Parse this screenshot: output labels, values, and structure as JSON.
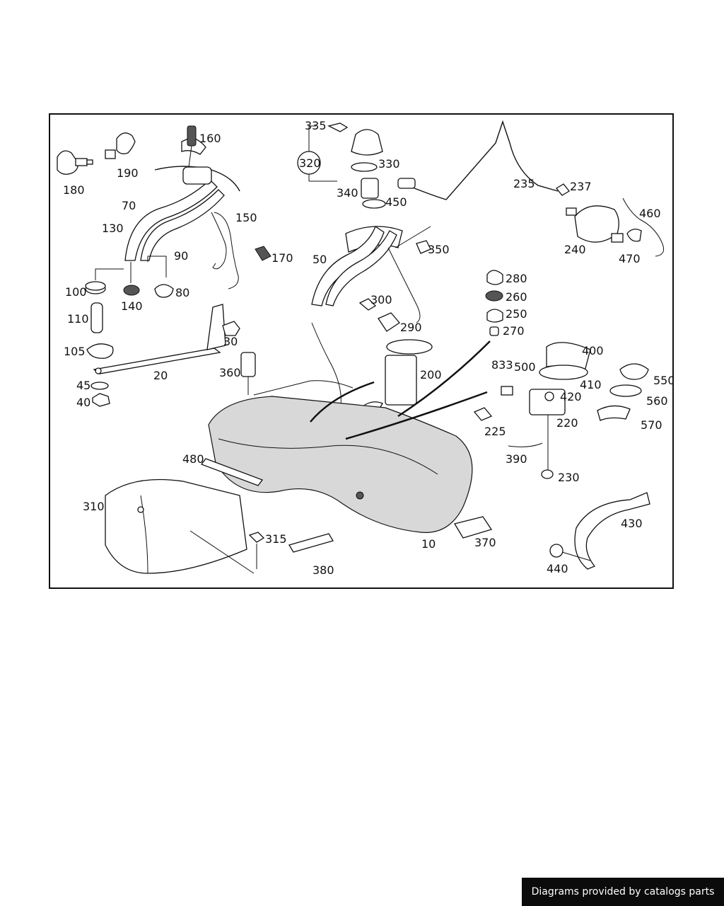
{
  "labels": {
    "l10": "10",
    "l20": "20",
    "l30": "30",
    "l40": "40",
    "l45": "45",
    "l50": "50",
    "l70": "70",
    "l80": "80",
    "l90": "90",
    "l100": "100",
    "l105": "105",
    "l110": "110",
    "l130": "130",
    "l140": "140",
    "l150": "150",
    "l160": "160",
    "l170": "170",
    "l180": "180",
    "l190": "190",
    "l200": "200",
    "l220": "220",
    "l225": "225",
    "l230": "230",
    "l235": "235",
    "l237": "237",
    "l240": "240",
    "l250": "250",
    "l260": "260",
    "l270": "270",
    "l280": "280",
    "l290": "290",
    "l300": "300",
    "l310": "310",
    "l315": "315",
    "l320": "320",
    "l330": "330",
    "l335": "335",
    "l340": "340",
    "l350": "350",
    "l360": "360",
    "l370": "370",
    "l380": "380",
    "l390": "390",
    "l400": "400",
    "l410": "410",
    "l420": "420",
    "l430": "430",
    "l440": "440",
    "l450": "450",
    "l460": "460",
    "l470": "470",
    "l480": "480",
    "l500": "500",
    "l550": "550",
    "l560": "560",
    "l570": "570",
    "l833": "833"
  },
  "credit": "Diagrams provided by catalogs parts"
}
